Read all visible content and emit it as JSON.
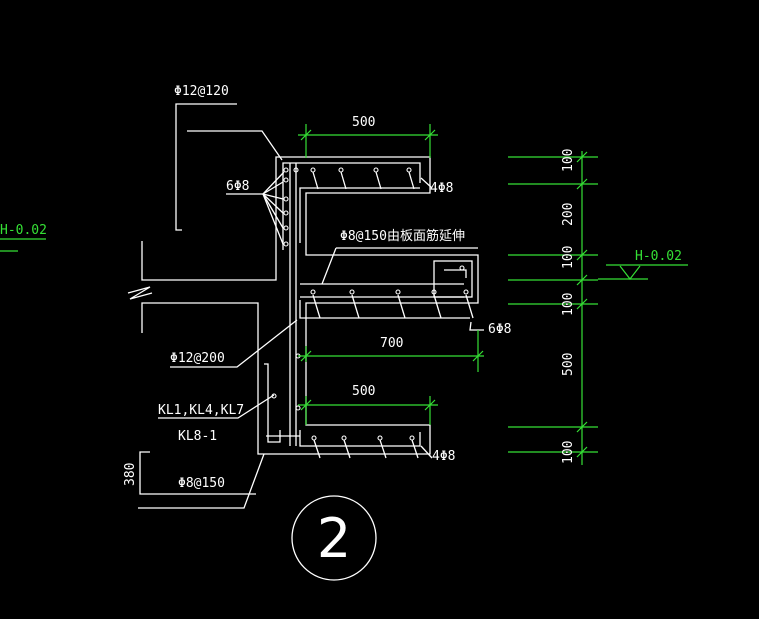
{
  "labels": {
    "rebar_top_left": "Φ12@120",
    "stirrup_count_left": "6Φ8",
    "top_bars": "4Φ8",
    "slab_rebar": "Φ8@150由板面筋延伸",
    "right_stirrups": "6Φ8",
    "mid_rebar": "Φ12@200",
    "beam_ids_1": "KL1,KL4,KL7",
    "beam_ids_2": "KL8-1",
    "bottom_bars": "4Φ8",
    "bottom_rebar": "Φ8@150",
    "side_dim": "380",
    "elev_left": "H-0.02",
    "elev_right": "H-0.02",
    "detail_number": "2"
  },
  "dimensions": {
    "top_width": "500",
    "mid_width": "700",
    "bottom_width": "500",
    "vertical": [
      "100",
      "200",
      "100",
      "100",
      "500",
      "100"
    ]
  },
  "colors": {
    "background": "#000000",
    "linework": "#ffffff",
    "dimension": "#35e035"
  }
}
